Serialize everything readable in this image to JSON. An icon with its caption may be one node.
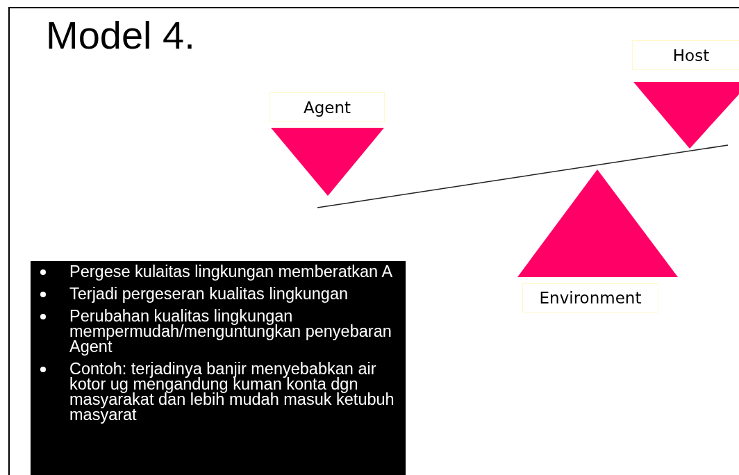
{
  "diagram": {
    "title": "Model 4.",
    "nodes": [
      {
        "text": [
          "Host"
        ]
      },
      {
        "text": [
          "Agent"
        ]
      },
      {
        "text": [
          "Environment"
        ]
      },
      {
        "text": [
          "Pergese kulaitas lingkungan memberatkan A",
          "Terjadi pergeseran kualitas lingkungan",
          "Perubahan kualitas lingkungan mempermudah/menguntungkan penyebaran Agent",
          "Contoh: terjadinya banjir menyebabkan air kotor ug mengandung kuman konta dgn masyarakat dan lebih mudah masuk ketubuh masyarat"
        ]
      }
    ],
    "edges": []
  }
}
